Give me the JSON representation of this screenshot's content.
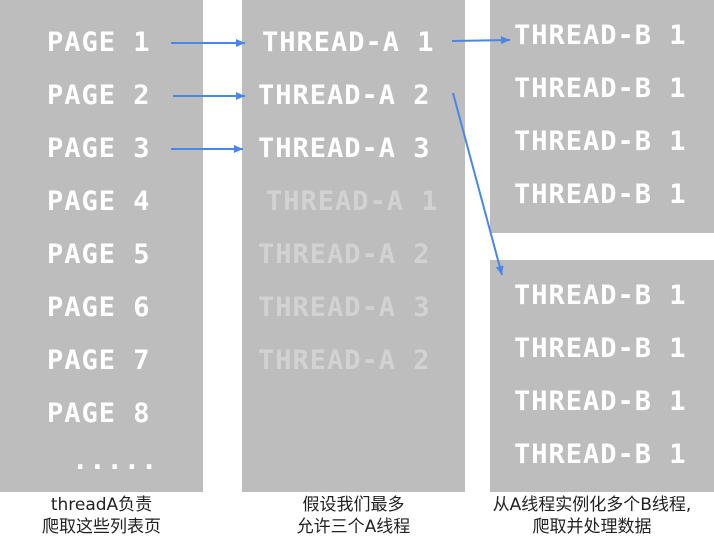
{
  "pages_column": {
    "items": [
      "PAGE 1",
      "PAGE 2",
      "PAGE 3",
      "PAGE 4",
      "PAGE 5",
      "PAGE 6",
      "PAGE 7",
      "PAGE 8",
      "....."
    ],
    "caption_line1": "threadA负责",
    "caption_line2": "爬取这些列表页"
  },
  "thread_a_column": {
    "items": [
      "THREAD-A 1",
      "THREAD-A 2",
      "THREAD-A 3",
      "THREAD-A 1",
      "THREAD-A 2",
      "THREAD-A 3",
      "THREAD-A 2"
    ],
    "caption_line1": "假设我们最多",
    "caption_line2": "允许三个A线程"
  },
  "thread_b_top": {
    "items": [
      "THREAD-B 1",
      "THREAD-B 1",
      "THREAD-B 1",
      "THREAD-B 1"
    ]
  },
  "thread_b_bottom": {
    "items": [
      "THREAD-B 1",
      "THREAD-B 1",
      "THREAD-B 1",
      "THREAD-B 1"
    ]
  },
  "thread_b_caption_line1": "从A线程实例化多个B线程,",
  "thread_b_caption_line2": "爬取并处理数据",
  "colors": {
    "panel": "#bdbdbd",
    "arrow": "#4a86e8",
    "text": "#ffffff",
    "text_dim": "#d2d2d2"
  }
}
